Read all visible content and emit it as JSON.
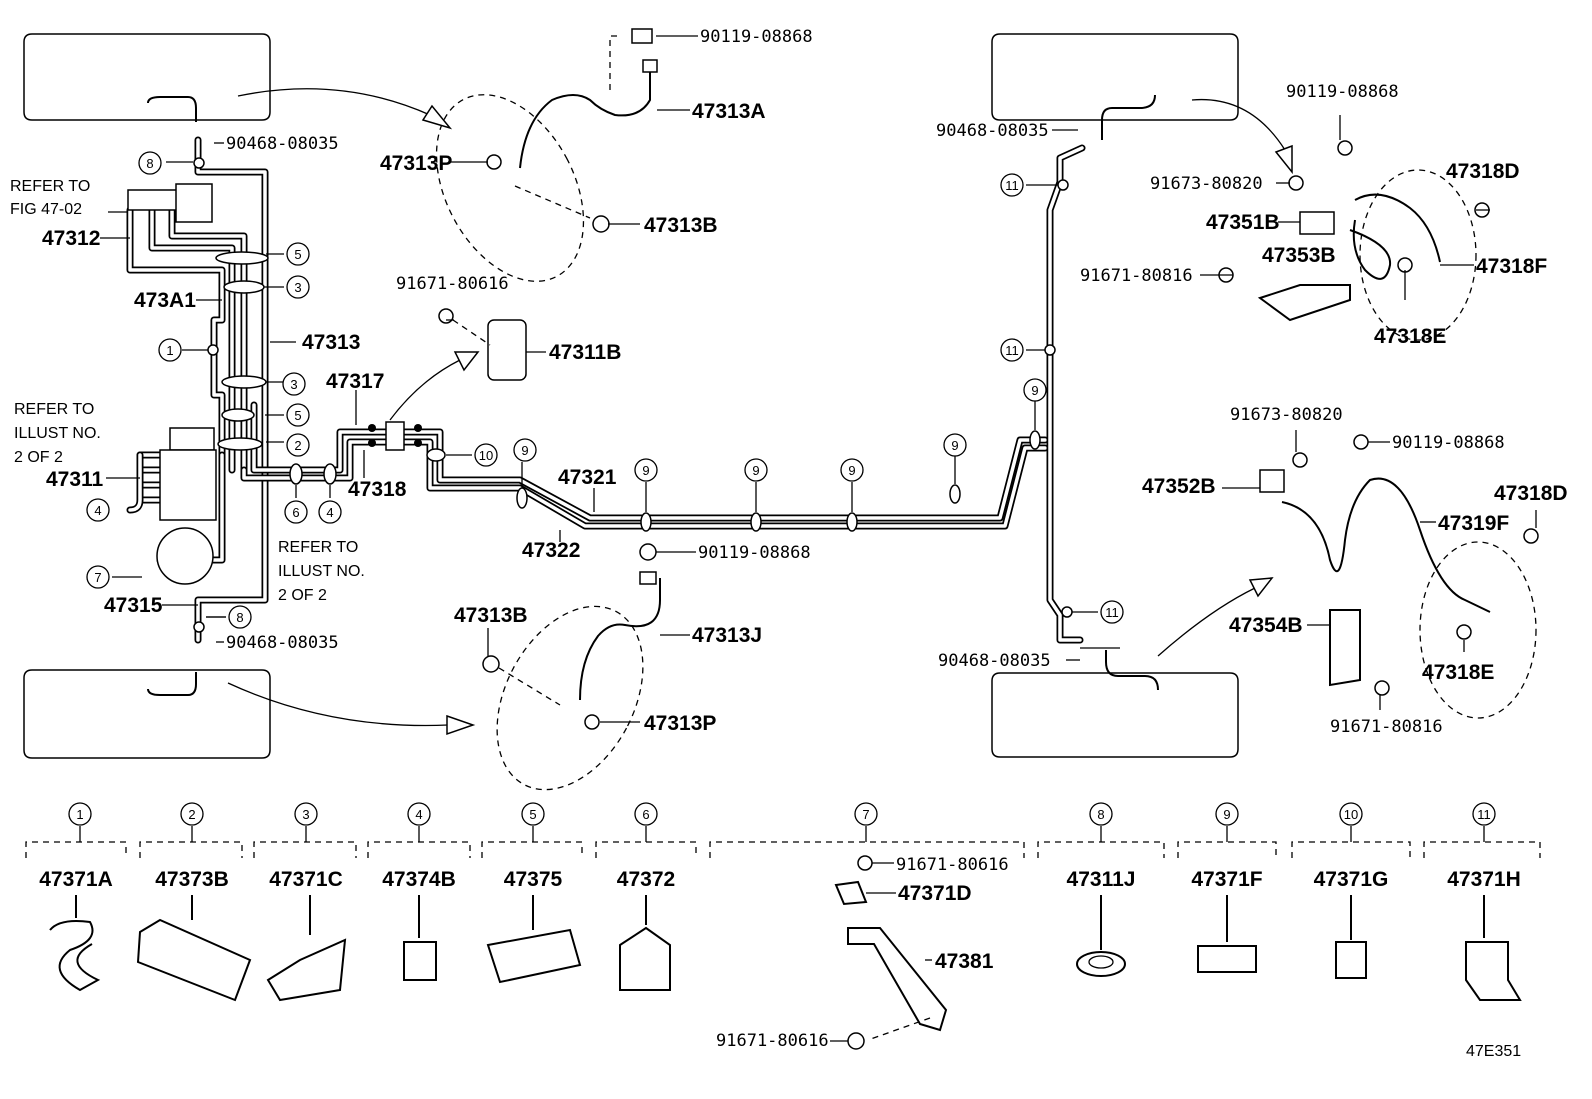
{
  "labels": {
    "p90119_a": "90119-08868",
    "p47313A": "47313A",
    "p47313P_top": "47313P",
    "p47313B_top": "47313B",
    "p90468_a": "90468-08035",
    "refer_fig_1": "REFER TO",
    "refer_fig_2": "FIG 47-02",
    "p47312": "47312",
    "p473A1": "473A1",
    "p47313": "47313",
    "p91671_a": "91671-80616",
    "p47311B": "47311B",
    "p47317": "47317",
    "refer_ill_a1": "REFER TO",
    "refer_ill_a2": "ILLUST NO.",
    "refer_ill_a3": "2 OF 2",
    "p47311": "47311",
    "p47318": "47318",
    "p47321": "47321",
    "p47322": "47322",
    "p90119_b": "90119-08868",
    "refer_ill_b1": "REFER TO",
    "refer_ill_b2": "ILLUST NO.",
    "refer_ill_b3": "2 OF 2",
    "p47315": "47315",
    "p47313B_bot": "47313B",
    "p47313J": "47313J",
    "p90468_b": "90468-08035",
    "p47313P_bot": "47313P",
    "p90468_c": "90468-08035",
    "p90119_c": "90119-08868",
    "p91673_a": "91673-80820",
    "p47318D_a": "47318D",
    "p47351B": "47351B",
    "p47353B": "47353B",
    "p91671_b": "91671-80816",
    "p47318F": "47318F",
    "p47318E_a": "47318E",
    "p91673_b": "91673-80820",
    "p90119_d": "90119-08868",
    "p47352B": "47352B",
    "p47318D_b": "47318D",
    "p47319F": "47319F",
    "p47354B": "47354B",
    "p47318E_b": "47318E",
    "p90468_d": "90468-08035",
    "p91671_c": "91671-80816",
    "p91671_d": "91671-80616",
    "p47371D": "47371D",
    "p47381": "47381",
    "p91671_e": "91671-80616",
    "code": "47E351"
  },
  "callouts": [
    "1",
    "2",
    "3",
    "4",
    "5",
    "6",
    "7",
    "8",
    "9",
    "10",
    "11"
  ],
  "legend": [
    {
      "num": "1",
      "part": "47371A"
    },
    {
      "num": "2",
      "part": "47373B"
    },
    {
      "num": "3",
      "part": "47371C"
    },
    {
      "num": "4",
      "part": "47374B"
    },
    {
      "num": "5",
      "part": "47375"
    },
    {
      "num": "6",
      "part": "47372"
    },
    {
      "num": "7",
      "part": ""
    },
    {
      "num": "8",
      "part": "47311J"
    },
    {
      "num": "9",
      "part": "47371F"
    },
    {
      "num": "10",
      "part": "47371G"
    },
    {
      "num": "11",
      "part": "47371H"
    }
  ]
}
